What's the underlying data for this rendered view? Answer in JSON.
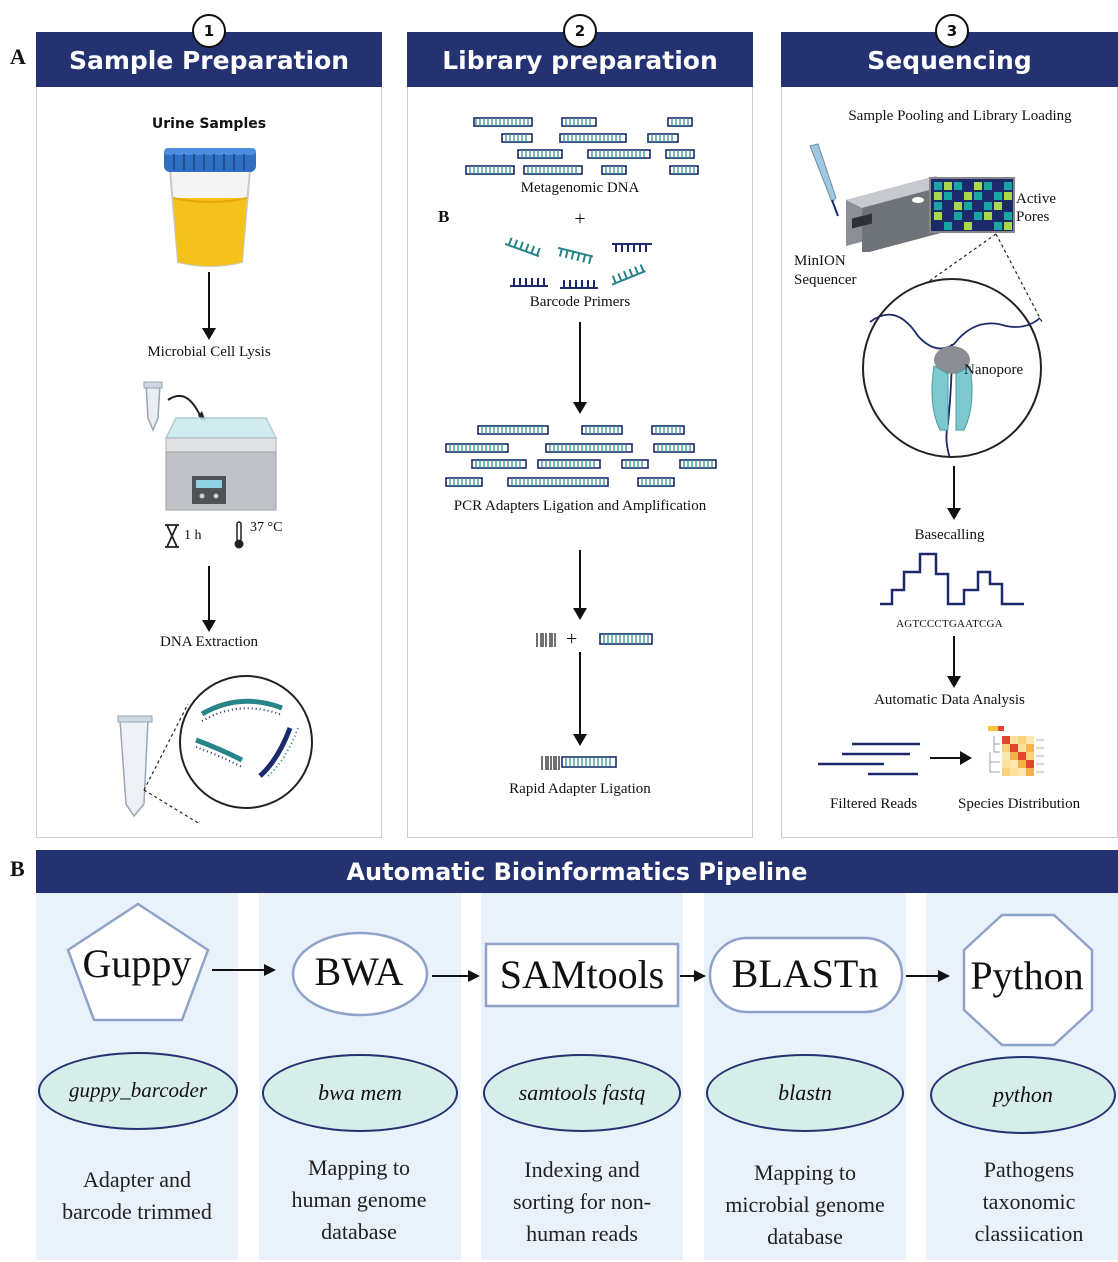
{
  "panel_a_letter": "A",
  "panel_b_letter": "B",
  "panel_b_inner_letter": "B",
  "steps": [
    {
      "number": "1",
      "title": "Sample Preparation"
    },
    {
      "number": "2",
      "title": "Library preparation"
    },
    {
      "number": "3",
      "title": "Sequencing"
    }
  ],
  "sample_prep": {
    "urine_samples": "Urine Samples",
    "cell_lysis": "Microbial Cell Lysis",
    "time": "1 h",
    "temperature": "37 °C",
    "dna_extraction": "DNA Extraction"
  },
  "library_prep": {
    "metagenomic_dna": "Metagenomic DNA",
    "plus": "+",
    "barcode_primers": "Barcode Primers",
    "pcr_adapters": "PCR Adapters Ligation and Amplification",
    "plus2": "+",
    "rapid_adapter": "Rapid Adapter Ligation"
  },
  "sequencing": {
    "pooling": "Sample Pooling and Library Loading",
    "active_pores": "Active\nPores",
    "minion": "MinION\nSequencer",
    "nanopore": "Nanopore",
    "basecalling": "Basecalling",
    "sequence": "AGTCCCTGAATCGA",
    "automatic_analysis": "Automatic Data Analysis",
    "filtered_reads": "Filtered Reads",
    "species_distribution": "Species Distribution"
  },
  "pipeline": {
    "title": "Automatic Bioinformatics Pipeline",
    "stages": [
      {
        "tool": "Guppy",
        "command": "guppy_barcoder",
        "description": "Adapter and\nbarcode trimmed"
      },
      {
        "tool": "BWA",
        "command": "bwa mem",
        "description": "Mapping to\nhuman genome\ndatabase"
      },
      {
        "tool": "SAMtools",
        "command": "samtools fastq",
        "description": "Indexing and\nsorting for non-\nhuman reads"
      },
      {
        "tool": "BLASTn",
        "command": "blastn",
        "description": "Mapping to\nmicrobial genome\ndatabase"
      },
      {
        "tool": "Python",
        "command": "python",
        "description": "Pathogens\ntaxonomic\nclassiication"
      }
    ]
  },
  "colors": {
    "header": "#243271",
    "teal": "#27858a",
    "navy": "#1c2a6b",
    "column_bg": "#e9f1fb",
    "ellipse_fill": "#d6edea",
    "shape_stroke": "#8fa3c9"
  }
}
